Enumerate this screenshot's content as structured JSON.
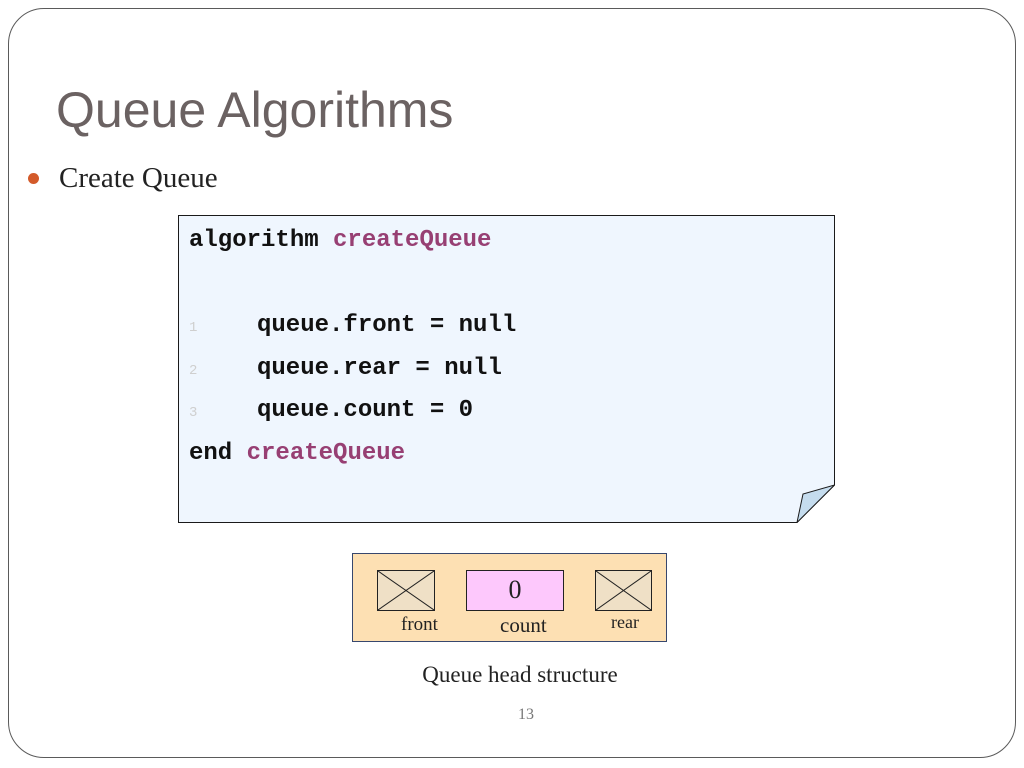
{
  "slide": {
    "title": "Queue Algorithms",
    "bullet": "Create Queue",
    "page_number": "13"
  },
  "code": {
    "header_keyword": "algorithm",
    "header_name": "createQueue",
    "lines": [
      {
        "num": "1",
        "text": "queue.front = null"
      },
      {
        "num": "2",
        "text": "queue.rear = null"
      },
      {
        "num": "3",
        "text": "queue.count = 0"
      }
    ],
    "footer_keyword": "end",
    "footer_name": "createQueue"
  },
  "figure": {
    "front_label": "front",
    "count_label": "count",
    "rear_label": "rear",
    "count_value": "0",
    "caption": "Queue head structure"
  },
  "colors": {
    "title": "#6b6262",
    "bullet": "#d35a2a",
    "code_bg": "#eff6fe",
    "code_name": "#973f73",
    "head_bg": "#fde0b3",
    "count_cell": "#fdc8fc"
  }
}
